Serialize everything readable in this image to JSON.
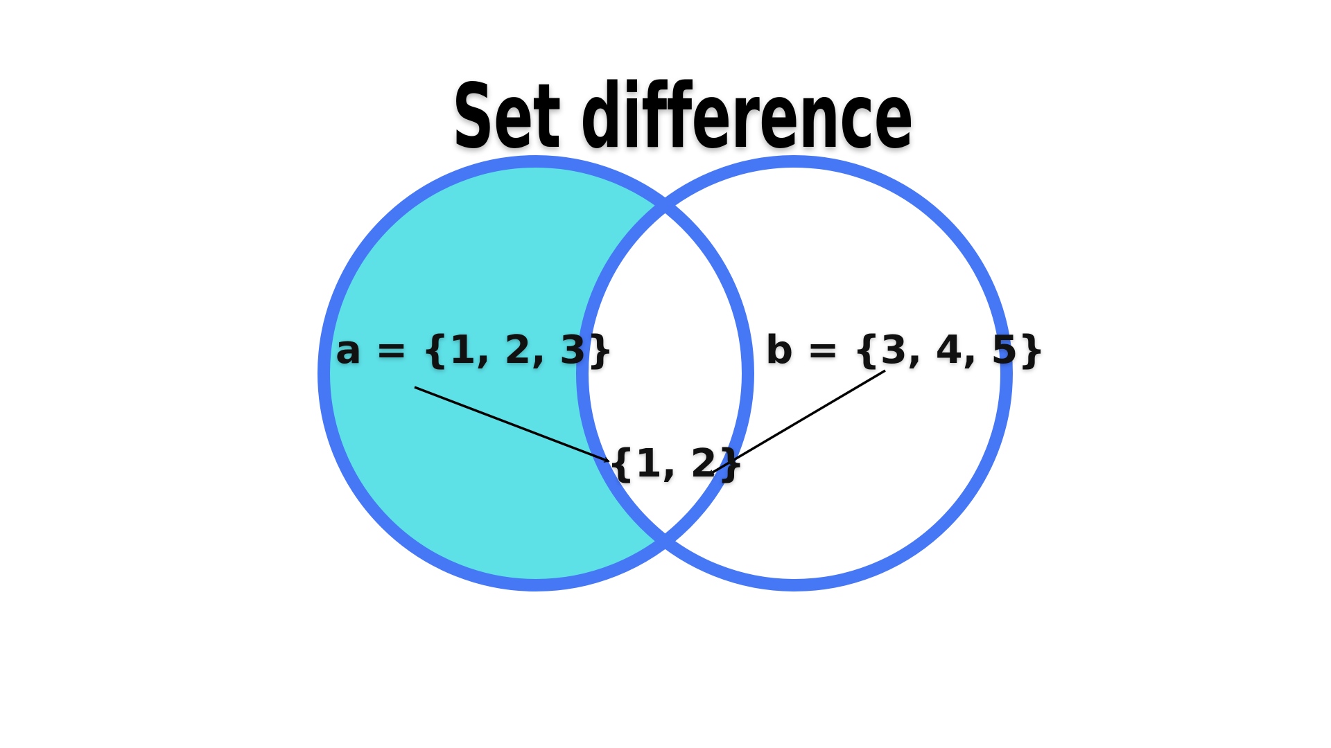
{
  "title": "Set difference",
  "colors": {
    "circle_stroke": "#4677F5",
    "difference_fill": "#5DE0E6",
    "background": "#FFFFFF",
    "text": "#000000"
  },
  "sets": {
    "a": {
      "label": "a = {1, 2, 3}",
      "elements": [
        1,
        2,
        3
      ],
      "highlighted": true
    },
    "b": {
      "label": "b = {3, 4, 5}",
      "elements": [
        3,
        4,
        5
      ],
      "highlighted": false
    }
  },
  "result": {
    "label": "{1, 2}",
    "elements": [
      1,
      2
    ],
    "operation": "a - b"
  },
  "arrows": [
    {
      "from": "a",
      "to": "result"
    },
    {
      "from": "b",
      "to": "result"
    }
  ]
}
